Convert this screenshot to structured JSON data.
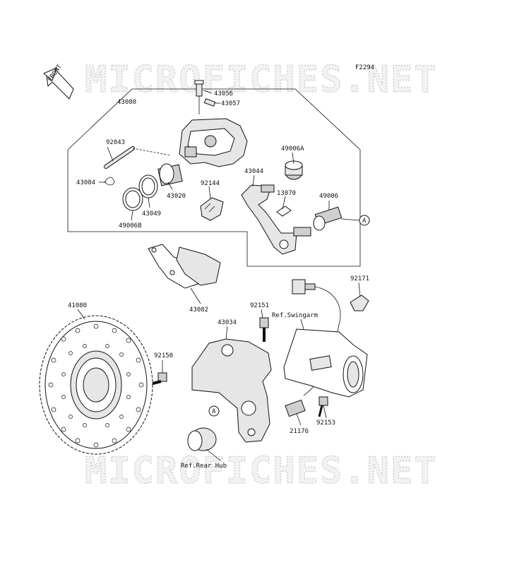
{
  "diagram": {
    "figure_code": "F2294",
    "watermark_text": "MICROFICHES.NET",
    "front_label": "FRONT",
    "callout_label": "A",
    "references": {
      "swingarm": "Ref.Swingarm",
      "rear_hub": "Ref.Rear Hub"
    },
    "parts": [
      {
        "id": "p43056",
        "number": "43056"
      },
      {
        "id": "p43057",
        "number": "43057"
      },
      {
        "id": "p43080",
        "number": "43080"
      },
      {
        "id": "p92043",
        "number": "92043"
      },
      {
        "id": "p43084",
        "number": "43084"
      },
      {
        "id": "p43020",
        "number": "43020"
      },
      {
        "id": "p43049",
        "number": "43049"
      },
      {
        "id": "p49006B",
        "number": "49006B"
      },
      {
        "id": "p92144",
        "number": "92144"
      },
      {
        "id": "p49006A",
        "number": "49006A"
      },
      {
        "id": "p43044",
        "number": "43044"
      },
      {
        "id": "p13070",
        "number": "13070"
      },
      {
        "id": "p49006",
        "number": "49006"
      },
      {
        "id": "p43082",
        "number": "43082"
      },
      {
        "id": "p92171",
        "number": "92171"
      },
      {
        "id": "p41080",
        "number": "41080"
      },
      {
        "id": "p92151",
        "number": "92151"
      },
      {
        "id": "p43034",
        "number": "43034"
      },
      {
        "id": "p92150",
        "number": "92150"
      },
      {
        "id": "p92153",
        "number": "92153"
      },
      {
        "id": "p21176",
        "number": "21176"
      }
    ]
  }
}
